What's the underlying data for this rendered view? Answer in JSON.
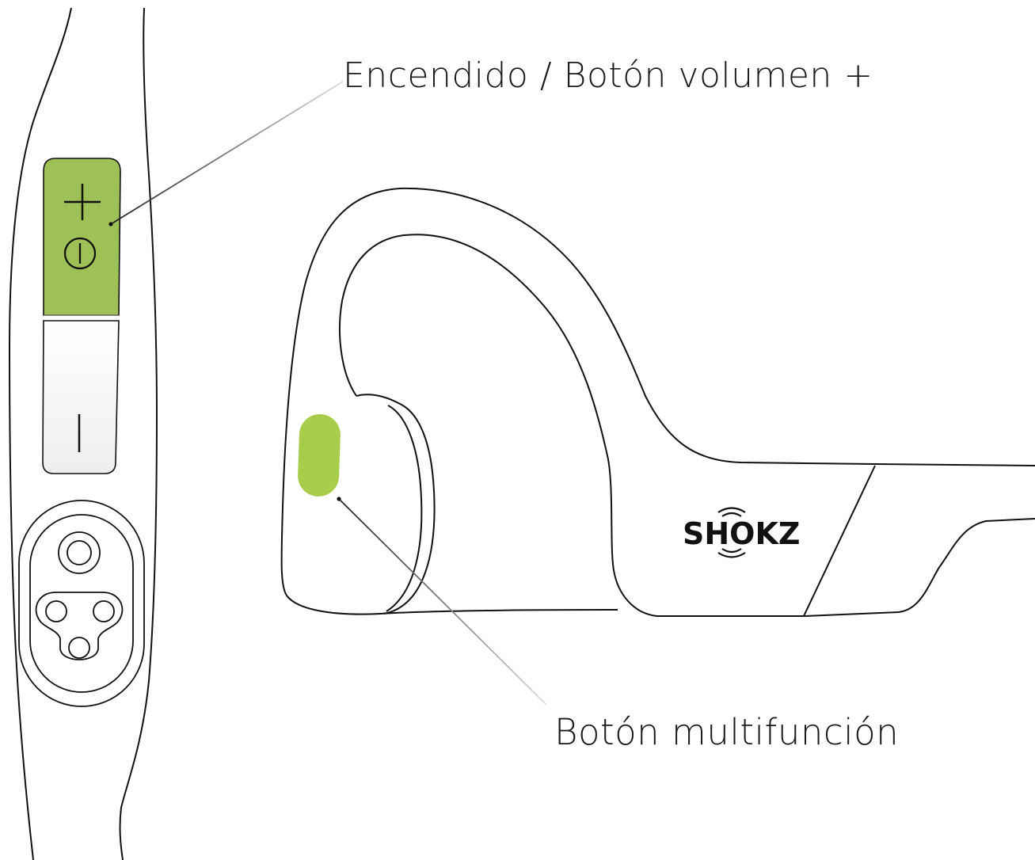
{
  "labels": {
    "power_volume_plus": "Encendido / Botón volumen +",
    "multifunction": "Botón multifunción"
  },
  "brand": {
    "logo_text": "SHOKZ"
  },
  "icons": {
    "plus": "plus-icon",
    "power": "power-icon",
    "minus": "minus-icon"
  },
  "colors": {
    "button_highlight": "#9ec157",
    "multifunction_button": "#a8cd4b",
    "outline": "#111111",
    "minus_button_fill": "#f3f3f3"
  }
}
